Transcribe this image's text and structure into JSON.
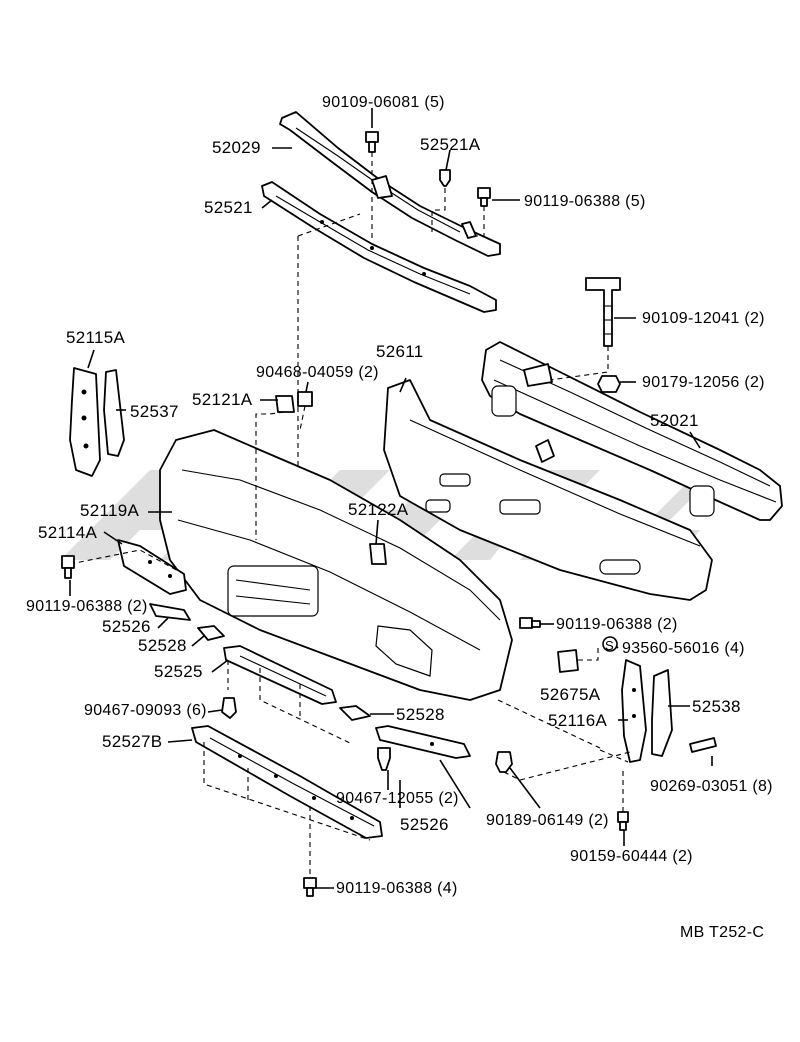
{
  "diagram": {
    "code": "MB T252-C",
    "watermark_color": "#d9d9d9",
    "labels": {
      "l_90109_06081": "90109-06081 (5)",
      "l_52029": "52029",
      "l_52521A": "52521A",
      "l_90119_06388_5": "90119-06388 (5)",
      "l_52521": "52521",
      "l_90109_12041": "90109-12041 (2)",
      "l_52115A": "52115A",
      "l_52611": "52611",
      "l_90179_12056": "90179-12056 (2)",
      "l_90468_04059": "90468-04059 (2)",
      "l_52121A": "52121A",
      "l_52537": "52537",
      "l_52021": "52021",
      "l_52119A": "52119A",
      "l_52122A": "52122A",
      "l_52114A": "52114A",
      "l_90119_06388_2a": "90119-06388 (2)",
      "l_90119_06388_2b": "90119-06388 (2)",
      "l_52526a": "52526",
      "l_93560": "93560-56016 (4)",
      "l_S": "S",
      "l_52528a": "52528",
      "l_52525": "52525",
      "l_52675A": "52675A",
      "l_90467_09093": "90467-09093 (6)",
      "l_52528b": "52528",
      "l_52116A": "52116A",
      "l_52538": "52538",
      "l_52527B": "52527B",
      "l_90269_03051": "90269-03051 (8)",
      "l_90467_12055": "90467-12055 (2)",
      "l_52526b": "52526",
      "l_90189_06149": "90189-06149 (2)",
      "l_90159_60444": "90159-60444 (2)",
      "l_90119_06388_4": "90119-06388 (4)"
    }
  }
}
